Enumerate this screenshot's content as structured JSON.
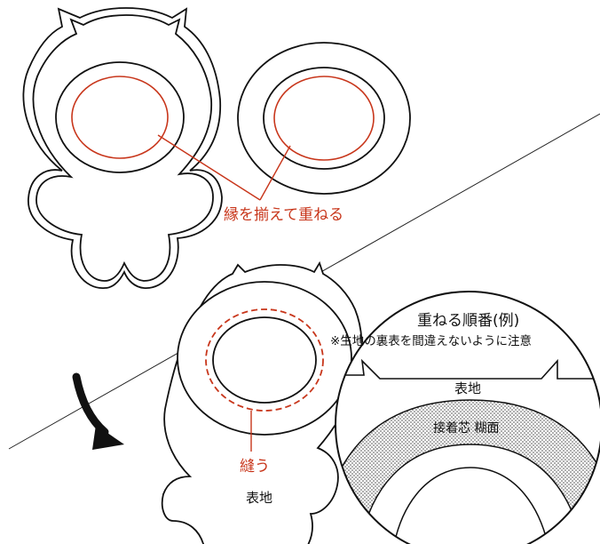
{
  "labels": {
    "align_edges": "縁を揃えて重ねる",
    "sew": "縫う",
    "front_fabric_bottom": "表地",
    "stack_order_title": "重ねる順番(例)",
    "stack_order_note": "※生地の裏表を間違えないように注意",
    "front_fabric_detail": "表地",
    "interfacing": "接着芯 糊面"
  },
  "colors": {
    "outline": "#111111",
    "accent": "#c8361b",
    "arrow": "#111111"
  },
  "icons": {
    "step_arrow": "curved-arrow-down-right"
  }
}
